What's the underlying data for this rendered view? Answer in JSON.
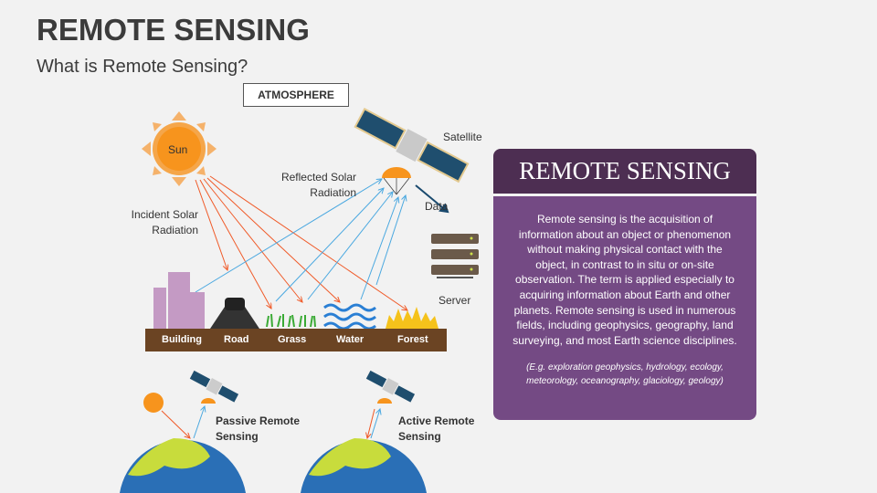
{
  "header": {
    "title": "REMOTE SENSING",
    "subtitle": "What is Remote Sensing?"
  },
  "diagram": {
    "atmosphere": "ATMOSPHERE",
    "sun": "Sun",
    "satellite": "Satellite",
    "reflected": "Reflected Solar Radiation",
    "incident": "Incident Solar Radiation",
    "data": "Data",
    "server": "Server",
    "ground": [
      "Building",
      "Road",
      "Grass",
      "Water",
      "Forest"
    ],
    "passive": "Passive Remote Sensing",
    "active": "Active Remote Sensing"
  },
  "card": {
    "title": "REMOTE SENSING",
    "body": "Remote sensing is the acquisition of information about an object or phenomenon without making physical contact with the object, in contrast to in situ or on-site observation. The term is applied especially to acquiring information about Earth and other planets. Remote sensing is used in numerous fields, including geophysics, geography, land surveying, and most Earth science disciplines.",
    "examples": "(E.g. exploration geophysics, hydrology, ecology, meteorology, oceanography, glaciology, geology)"
  },
  "colors": {
    "card_header": "#4d2e52",
    "card_body": "#744a84",
    "incident": "#f05a28",
    "reflected": "#4aa8e0",
    "ground": "#6b4423"
  }
}
